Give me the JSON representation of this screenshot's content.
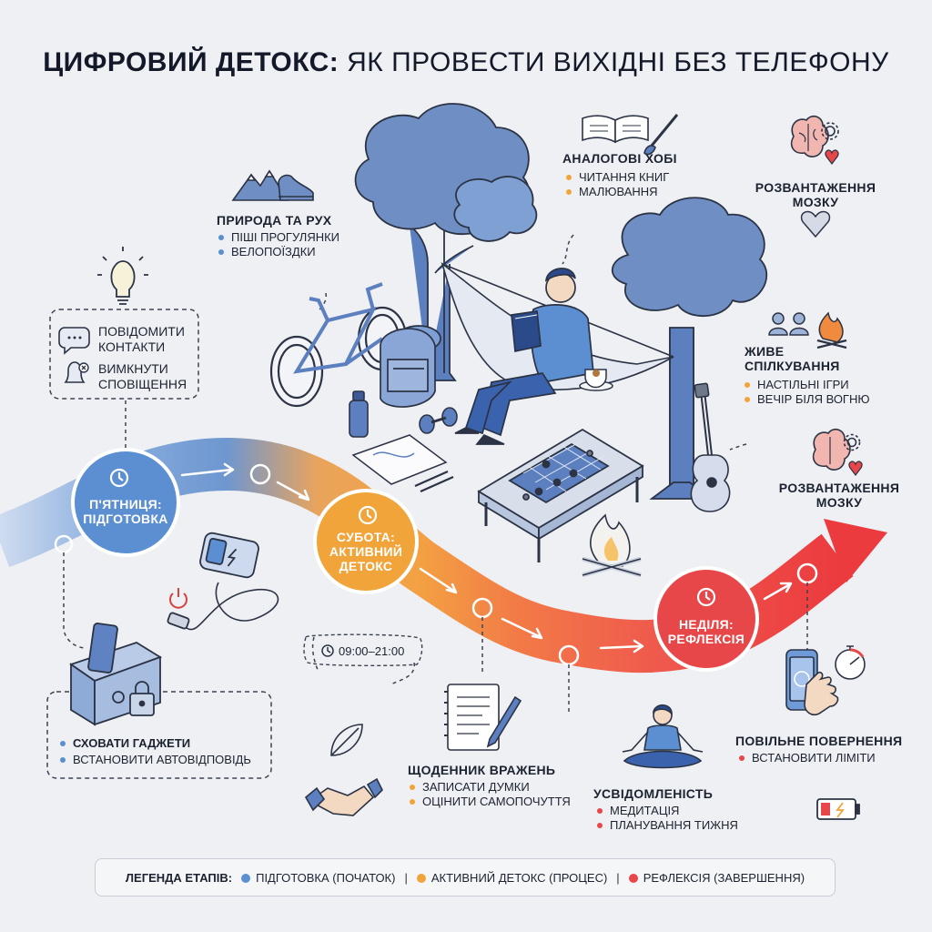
{
  "title": {
    "bold": "ЦИФРОВИЙ ДЕТОКС:",
    "rest": " ЯК ПРОВЕСТИ ВИХІДНІ БЕЗ ТЕЛЕФОНУ"
  },
  "colors": {
    "prep": "#5b8fd1",
    "active": "#f0a43a",
    "reflection": "#e8474a",
    "outline": "#2b3345",
    "tree": "#6f8fc4"
  },
  "stages": {
    "friday": "П'ЯТНИЦЯ:\nПІДГОТОВКА",
    "saturday": "СУБОТА:\nАКТИВНИЙ\nДЕТОКС",
    "sunday": "НЕДІЛЯ:\nРЕФЛЕКСІЯ"
  },
  "friday_box": {
    "items": [
      "ПОВІДОМИТИ КОНТАКТИ",
      "ВИМКНУТИ СПОВІЩЕННЯ"
    ]
  },
  "hide_box": {
    "items": [
      "СХОВАТИ ГАДЖЕТИ",
      "ВСТАНОВИТИ АВТОВІДПОВІДЬ"
    ]
  },
  "time_range": "09:00–21:00",
  "nature": {
    "title": "ПРИРОДА ТА РУХ",
    "items": [
      "ПІШІ ПРОГУЛЯНКИ",
      "ВЕЛОПОЇЗДКИ"
    ]
  },
  "hobby": {
    "title": "АНАЛОГОВІ ХОБІ",
    "items": [
      "ЧИТАННЯ КНИГ",
      "МАЛЮВАННЯ"
    ]
  },
  "brain_top": {
    "title": "РОЗВАНТАЖЕННЯ\nМОЗКУ"
  },
  "social": {
    "title": "ЖИВЕ\nСПІЛКУВАННЯ",
    "items": [
      "НАСТІЛЬНІ ІГРИ",
      "ВЕЧІР БІЛЯ ВОГНЮ"
    ]
  },
  "brain_right": {
    "title": "РОЗВАНТАЖЕННЯ\nМОЗКУ"
  },
  "journal": {
    "title": "ЩОДЕННИК ВРАЖЕНЬ",
    "items": [
      "ЗАПИСАТИ ДУМКИ",
      "ОЦІНИТИ САМОПОЧУТТЯ"
    ]
  },
  "mindful": {
    "title": "УСВІДОМЛЕНІСТЬ",
    "items": [
      "МЕДИТАЦІЯ",
      "ПЛАНУВАННЯ ТИЖНЯ"
    ]
  },
  "return": {
    "title": "ПОВІЛЬНЕ ПОВЕРНЕННЯ",
    "items": [
      "ВСТАНОВИТИ ЛІМІТИ"
    ]
  },
  "legend": {
    "label": "ЛЕГЕНДА ЕТАПІВ:",
    "items": [
      "ПІДГОТОВКА (ПОЧАТОК)",
      "АКТИВНИЙ ДЕТОКС (ПРОЦЕС)",
      "РЕФЛЕКСІЯ (ЗАВЕРШЕННЯ)"
    ]
  }
}
